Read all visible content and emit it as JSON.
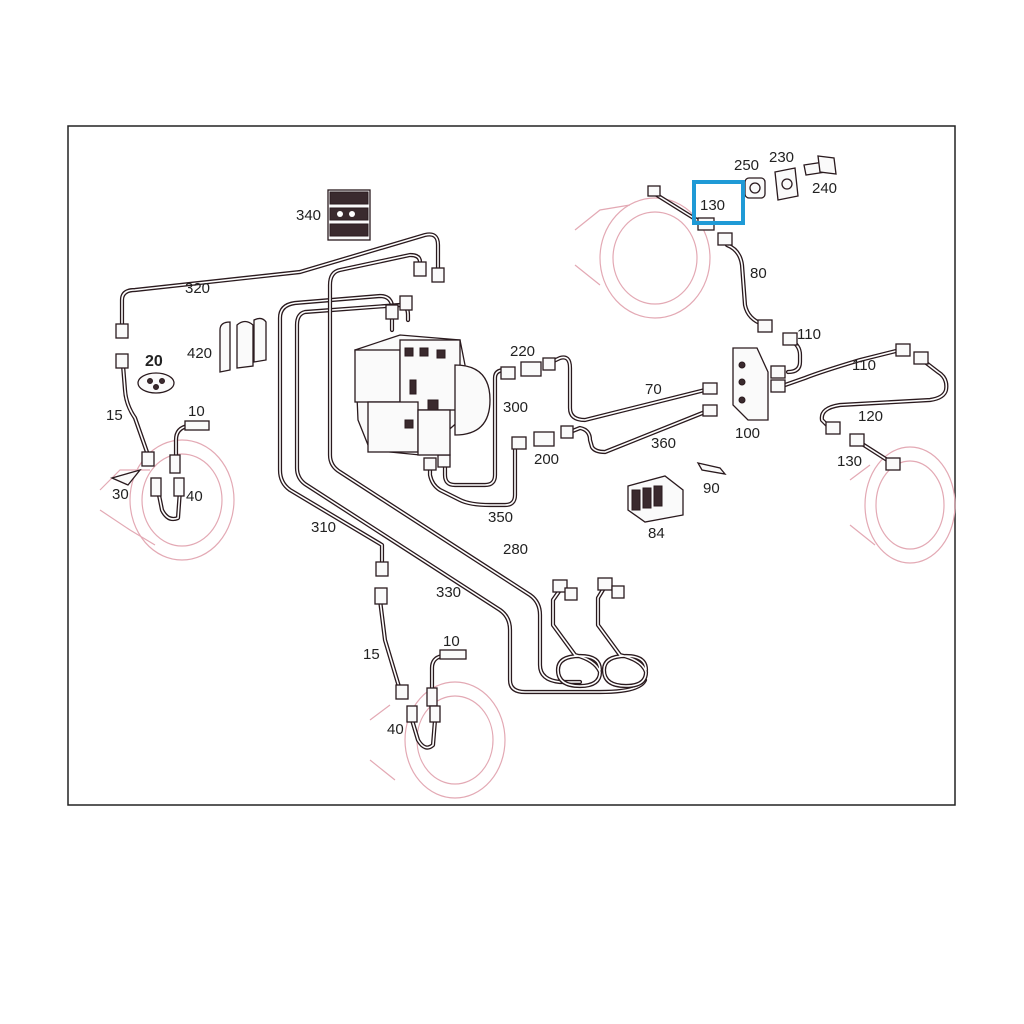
{
  "diagram": {
    "highlight_color": "#1f9ad6",
    "wheel_color": "#e3a9b4",
    "callouts": [
      {
        "id": "c340",
        "text": "340"
      },
      {
        "id": "c320",
        "text": "320"
      },
      {
        "id": "c420",
        "text": "420"
      },
      {
        "id": "c20",
        "text": "20"
      },
      {
        "id": "c15a",
        "text": "15"
      },
      {
        "id": "c10a",
        "text": "10"
      },
      {
        "id": "c30",
        "text": "30"
      },
      {
        "id": "c40a",
        "text": "40"
      },
      {
        "id": "c220",
        "text": "220"
      },
      {
        "id": "c300",
        "text": "300"
      },
      {
        "id": "c200",
        "text": "200"
      },
      {
        "id": "c350",
        "text": "350"
      },
      {
        "id": "c310",
        "text": "310"
      },
      {
        "id": "c280",
        "text": "280"
      },
      {
        "id": "c330",
        "text": "330"
      },
      {
        "id": "c15b",
        "text": "15"
      },
      {
        "id": "c10b",
        "text": "10"
      },
      {
        "id": "c40b",
        "text": "40"
      },
      {
        "id": "c70",
        "text": "70"
      },
      {
        "id": "c360",
        "text": "360"
      },
      {
        "id": "c100",
        "text": "100"
      },
      {
        "id": "c90",
        "text": "90"
      },
      {
        "id": "c84",
        "text": "84"
      },
      {
        "id": "c250",
        "text": "250"
      },
      {
        "id": "c230",
        "text": "230"
      },
      {
        "id": "c240",
        "text": "240"
      },
      {
        "id": "c130a",
        "text": "130"
      },
      {
        "id": "c80",
        "text": "80"
      },
      {
        "id": "c110a",
        "text": "110"
      },
      {
        "id": "c110b",
        "text": "110"
      },
      {
        "id": "c120",
        "text": "120"
      },
      {
        "id": "c130b",
        "text": "130"
      }
    ]
  }
}
